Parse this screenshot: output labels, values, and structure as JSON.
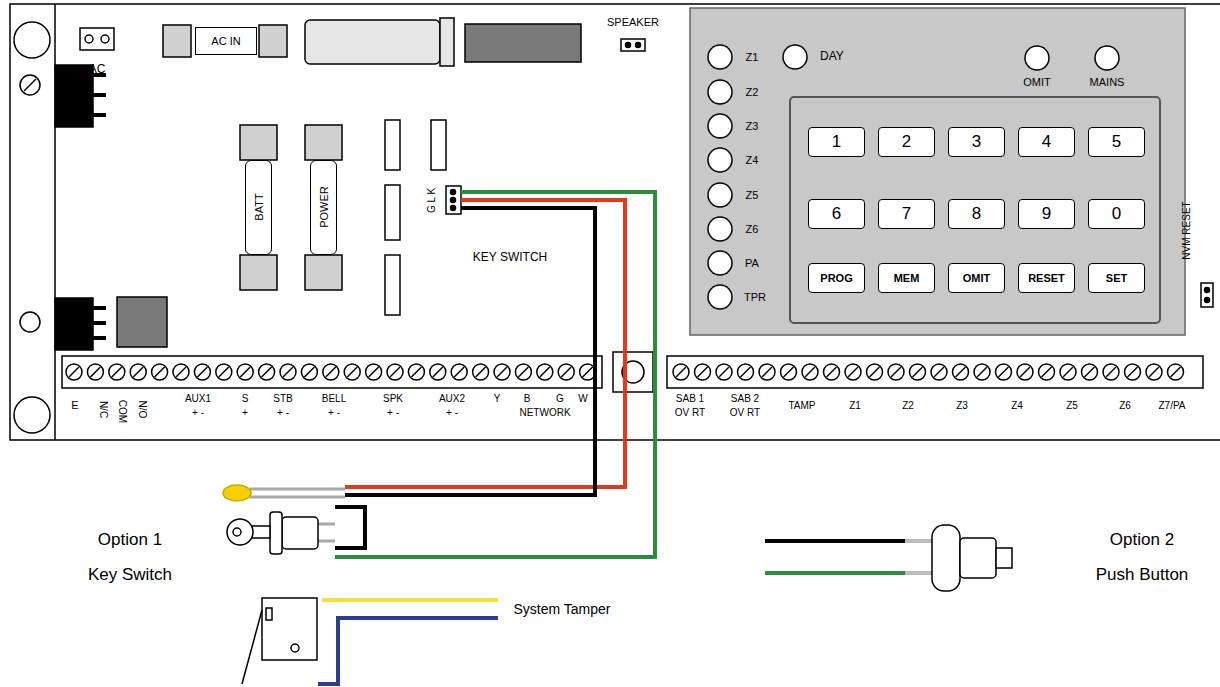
{
  "diagram": {
    "nodes": [
      {
        "text": [
          "AC IN"
        ]
      },
      {
        "text": [
          "BATT"
        ]
      },
      {
        "text": [
          "POWER"
        ]
      },
      {
        "text": [
          "1"
        ]
      },
      {
        "text": [
          "2"
        ]
      },
      {
        "text": [
          "3"
        ]
      },
      {
        "text": [
          "4"
        ]
      },
      {
        "text": [
          "5"
        ]
      },
      {
        "text": [
          "6"
        ]
      },
      {
        "text": [
          "7"
        ]
      },
      {
        "text": [
          "8"
        ]
      },
      {
        "text": [
          "9"
        ]
      },
      {
        "text": [
          "0"
        ]
      },
      {
        "text": [
          "PROG"
        ]
      },
      {
        "text": [
          "MEM"
        ]
      },
      {
        "text": [
          "OMIT"
        ]
      },
      {
        "text": [
          "RESET"
        ]
      },
      {
        "text": [
          "SET"
        ]
      }
    ],
    "labels": [
      "AC",
      "SPEAKER",
      "G L K",
      "KEY SWITCH",
      "Z1",
      "Z2",
      "Z3",
      "Z4",
      "Z5",
      "Z6",
      "PA",
      "TPR",
      "DAY",
      "OMIT",
      "MAINS",
      "NVM RESET",
      "E",
      "N/C",
      "COM",
      "N/O",
      "AUX1",
      "+ -",
      "S",
      "+",
      "STB",
      "+ -",
      "BELL",
      "+ -",
      "SPK",
      "+ -",
      "AUX2",
      "+ -",
      "Y",
      "B",
      "G",
      "W",
      "NETWORK",
      "SAB 1",
      "OV RT",
      "SAB 2",
      "OV RT",
      "TAMP",
      "Z1",
      "Z2",
      "Z3",
      "Z4",
      "Z5",
      "Z6",
      "Z7/PA",
      "Option 1",
      "Key Switch",
      "Option 2",
      "Push Button",
      "System Tamper"
    ]
  }
}
